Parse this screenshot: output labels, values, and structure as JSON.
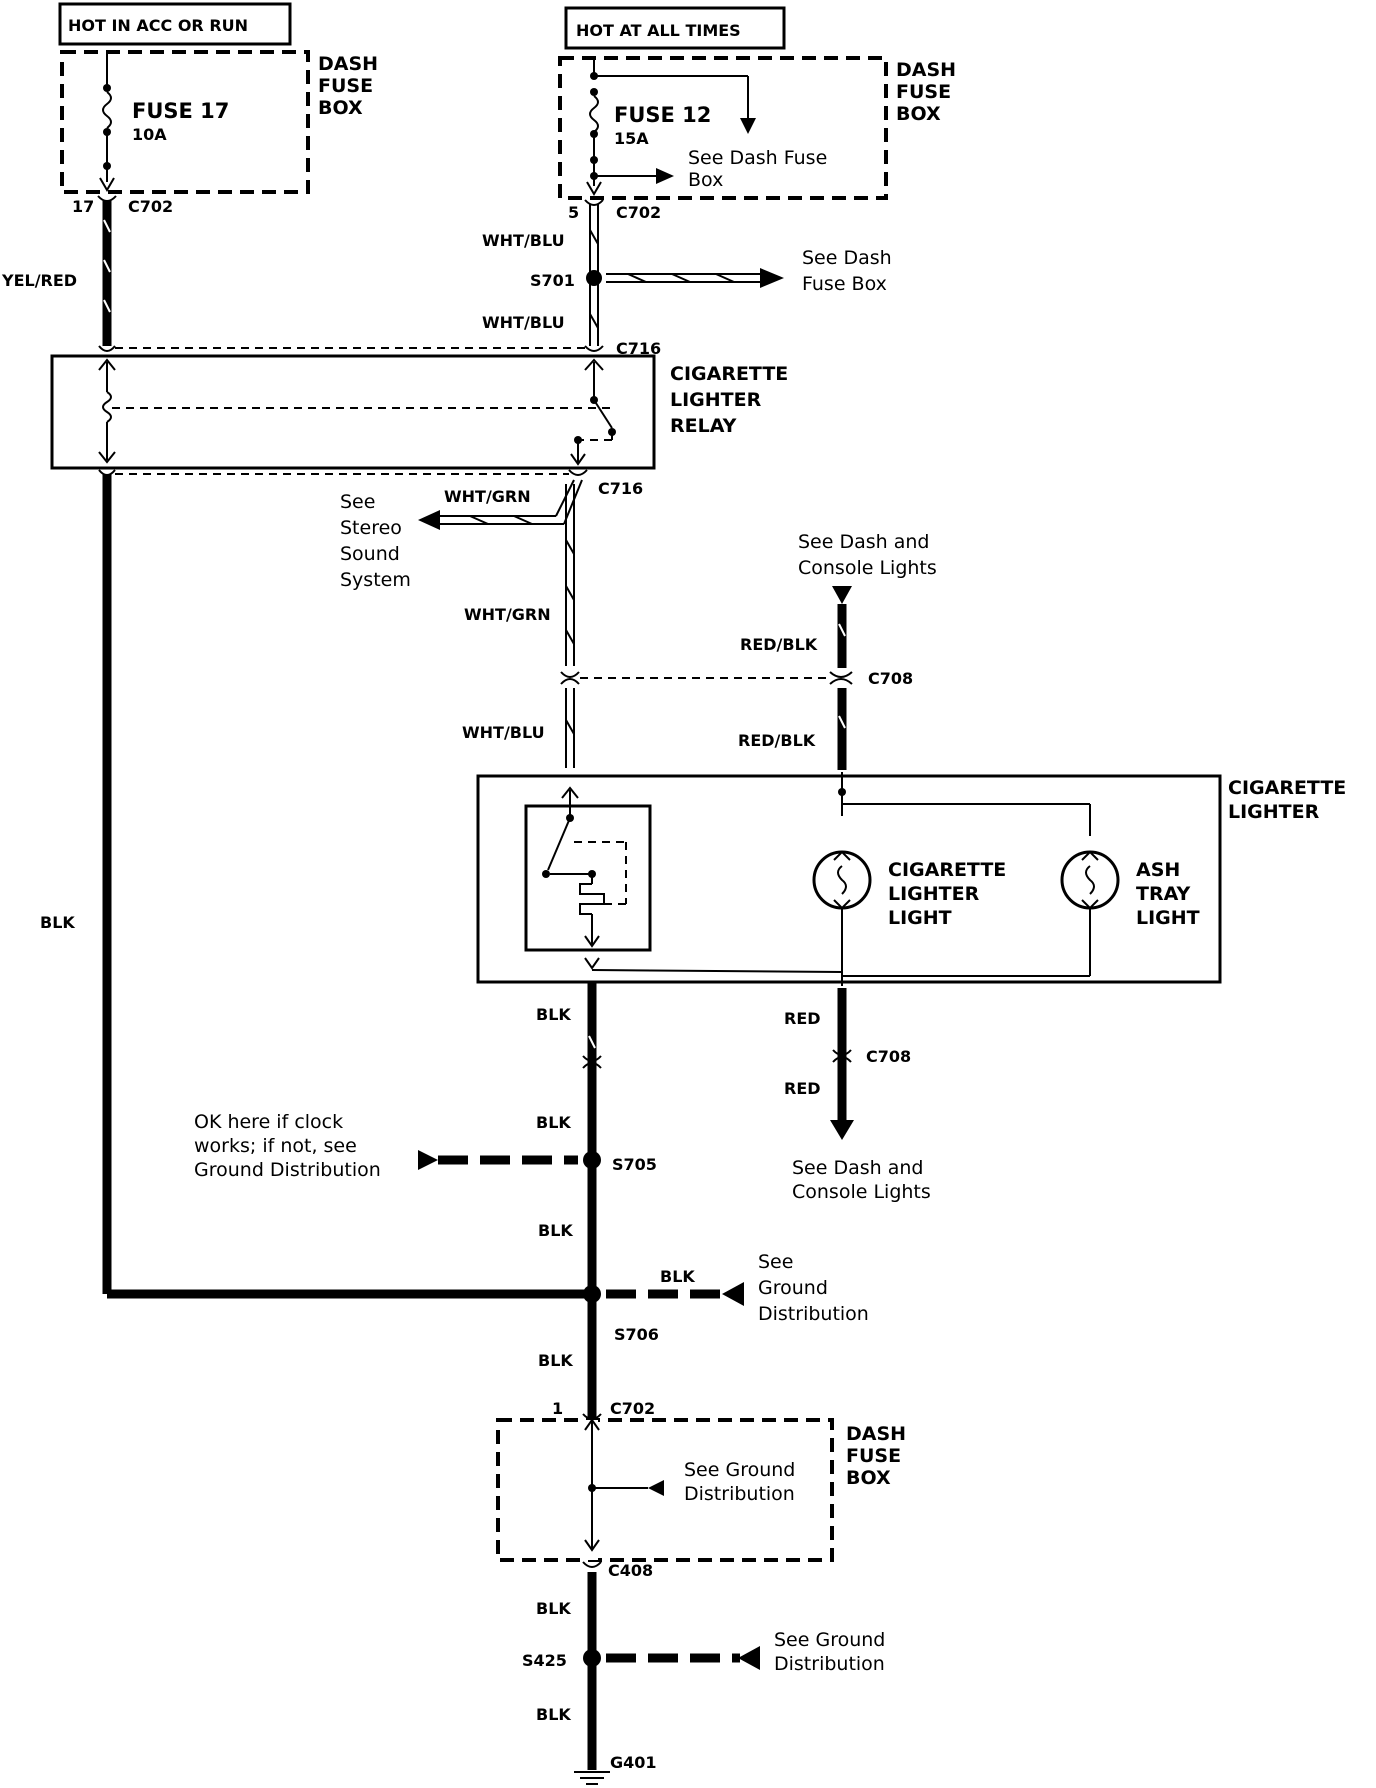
{
  "labels": {
    "hot_acc_run": "HOT IN ACC OR RUN",
    "hot_all_times": "HOT AT ALL TIMES",
    "dash_fuse_box_1": [
      "DASH",
      "FUSE",
      "BOX"
    ],
    "dash_fuse_box_2": [
      "DASH",
      "FUSE",
      "BOX"
    ],
    "dash_fuse_box_3": [
      "DASH",
      "FUSE",
      "BOX"
    ],
    "fuse17_name": "FUSE 17",
    "fuse17_rating": "10A",
    "fuse12_name": "FUSE 12",
    "fuse12_rating": "15A",
    "see_dash_fuse_box_inner": [
      "See Dash Fuse",
      "Box"
    ],
    "see_dash_fuse_box_s701": [
      "See Dash",
      "Fuse Box"
    ],
    "pin17": "17",
    "pin5": "5",
    "pin1": "1",
    "c702a": "C702",
    "c702b": "C702",
    "c702c": "C702",
    "yel_red": "YEL/RED",
    "wht_blu_1": "WHT/BLU",
    "wht_blu_2": "WHT/BLU",
    "wht_blu_3": "WHT/BLU",
    "s701": "S701",
    "c716a": "C716",
    "c716b": "C716",
    "cig_relay": [
      "CIGARETTE",
      "LIGHTER",
      "RELAY"
    ],
    "wht_grn_1": "WHT/GRN",
    "wht_grn_2": "WHT/GRN",
    "see_stereo": [
      "See",
      "Stereo",
      "Sound",
      "System"
    ],
    "see_dash_console_top": [
      "See Dash and",
      "Console Lights"
    ],
    "red_blk_1": "RED/BLK",
    "red_blk_2": "RED/BLK",
    "c708a": "C708",
    "c708b": "C708",
    "cig_lighter": [
      "CIGARETTE",
      "LIGHTER"
    ],
    "cig_lighter_light": [
      "CIGARETTE",
      "LIGHTER",
      "LIGHT"
    ],
    "ash_tray_light": [
      "ASH",
      "TRAY",
      "LIGHT"
    ],
    "blk_left": "BLK",
    "blk_1": "BLK",
    "blk_2": "BLK",
    "blk_3": "BLK",
    "blk_4": "BLK",
    "blk_5": "BLK",
    "blk_6": "BLK",
    "blk_7": "BLK",
    "red_1": "RED",
    "red_2": "RED",
    "see_dash_console_bottom": [
      "See Dash and",
      "Console Lights"
    ],
    "ok_clock": [
      "OK here if clock",
      "works; if not, see",
      "Ground Distribution"
    ],
    "s705": "S705",
    "s706": "S706",
    "see_ground_s706": [
      "See",
      "Ground",
      "Distribution"
    ],
    "see_ground_box": [
      "See Ground",
      "Distribution"
    ],
    "c408": "C408",
    "s425": "S425",
    "see_ground_s425": [
      "See Ground",
      "Distribution"
    ],
    "g401": "G401"
  }
}
